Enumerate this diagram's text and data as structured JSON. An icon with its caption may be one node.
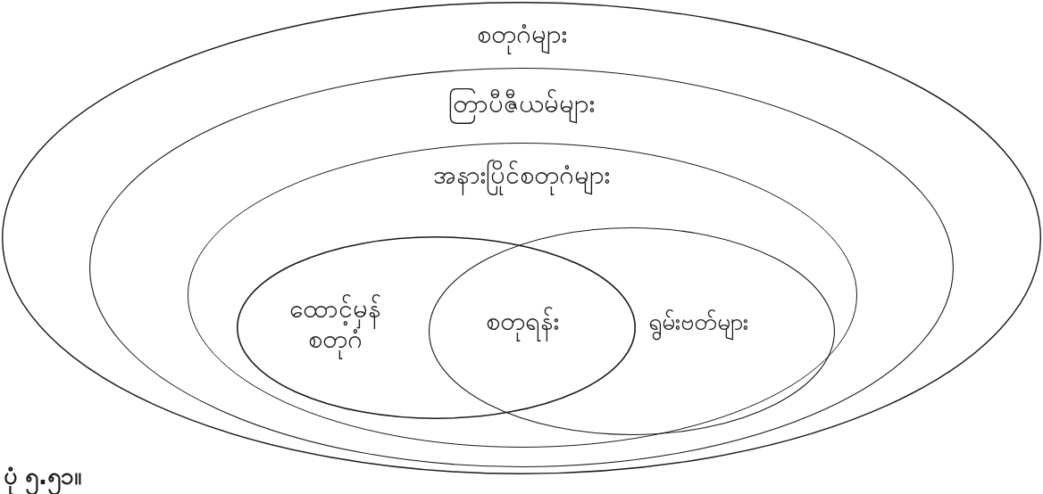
{
  "diagram": {
    "caption": "ပုံ ၅.၅၁။",
    "nodes": [
      {
        "text": [
          "စတုဂံများ"
        ]
      },
      {
        "text": [
          "တြာပီဇီယမ်များ"
        ],
        "in": 0
      },
      {
        "text": [
          "အနားပြိုင်စတုဂံများ"
        ],
        "in": 1
      },
      {
        "text": [
          "ထောင့်မှန် စတုဂံ"
        ],
        "in": 2
      },
      {
        "text": [
          "ရွမ်းဗတ်များ"
        ],
        "in": 2
      }
    ],
    "labels": [
      "စတုရန်း"
    ]
  }
}
